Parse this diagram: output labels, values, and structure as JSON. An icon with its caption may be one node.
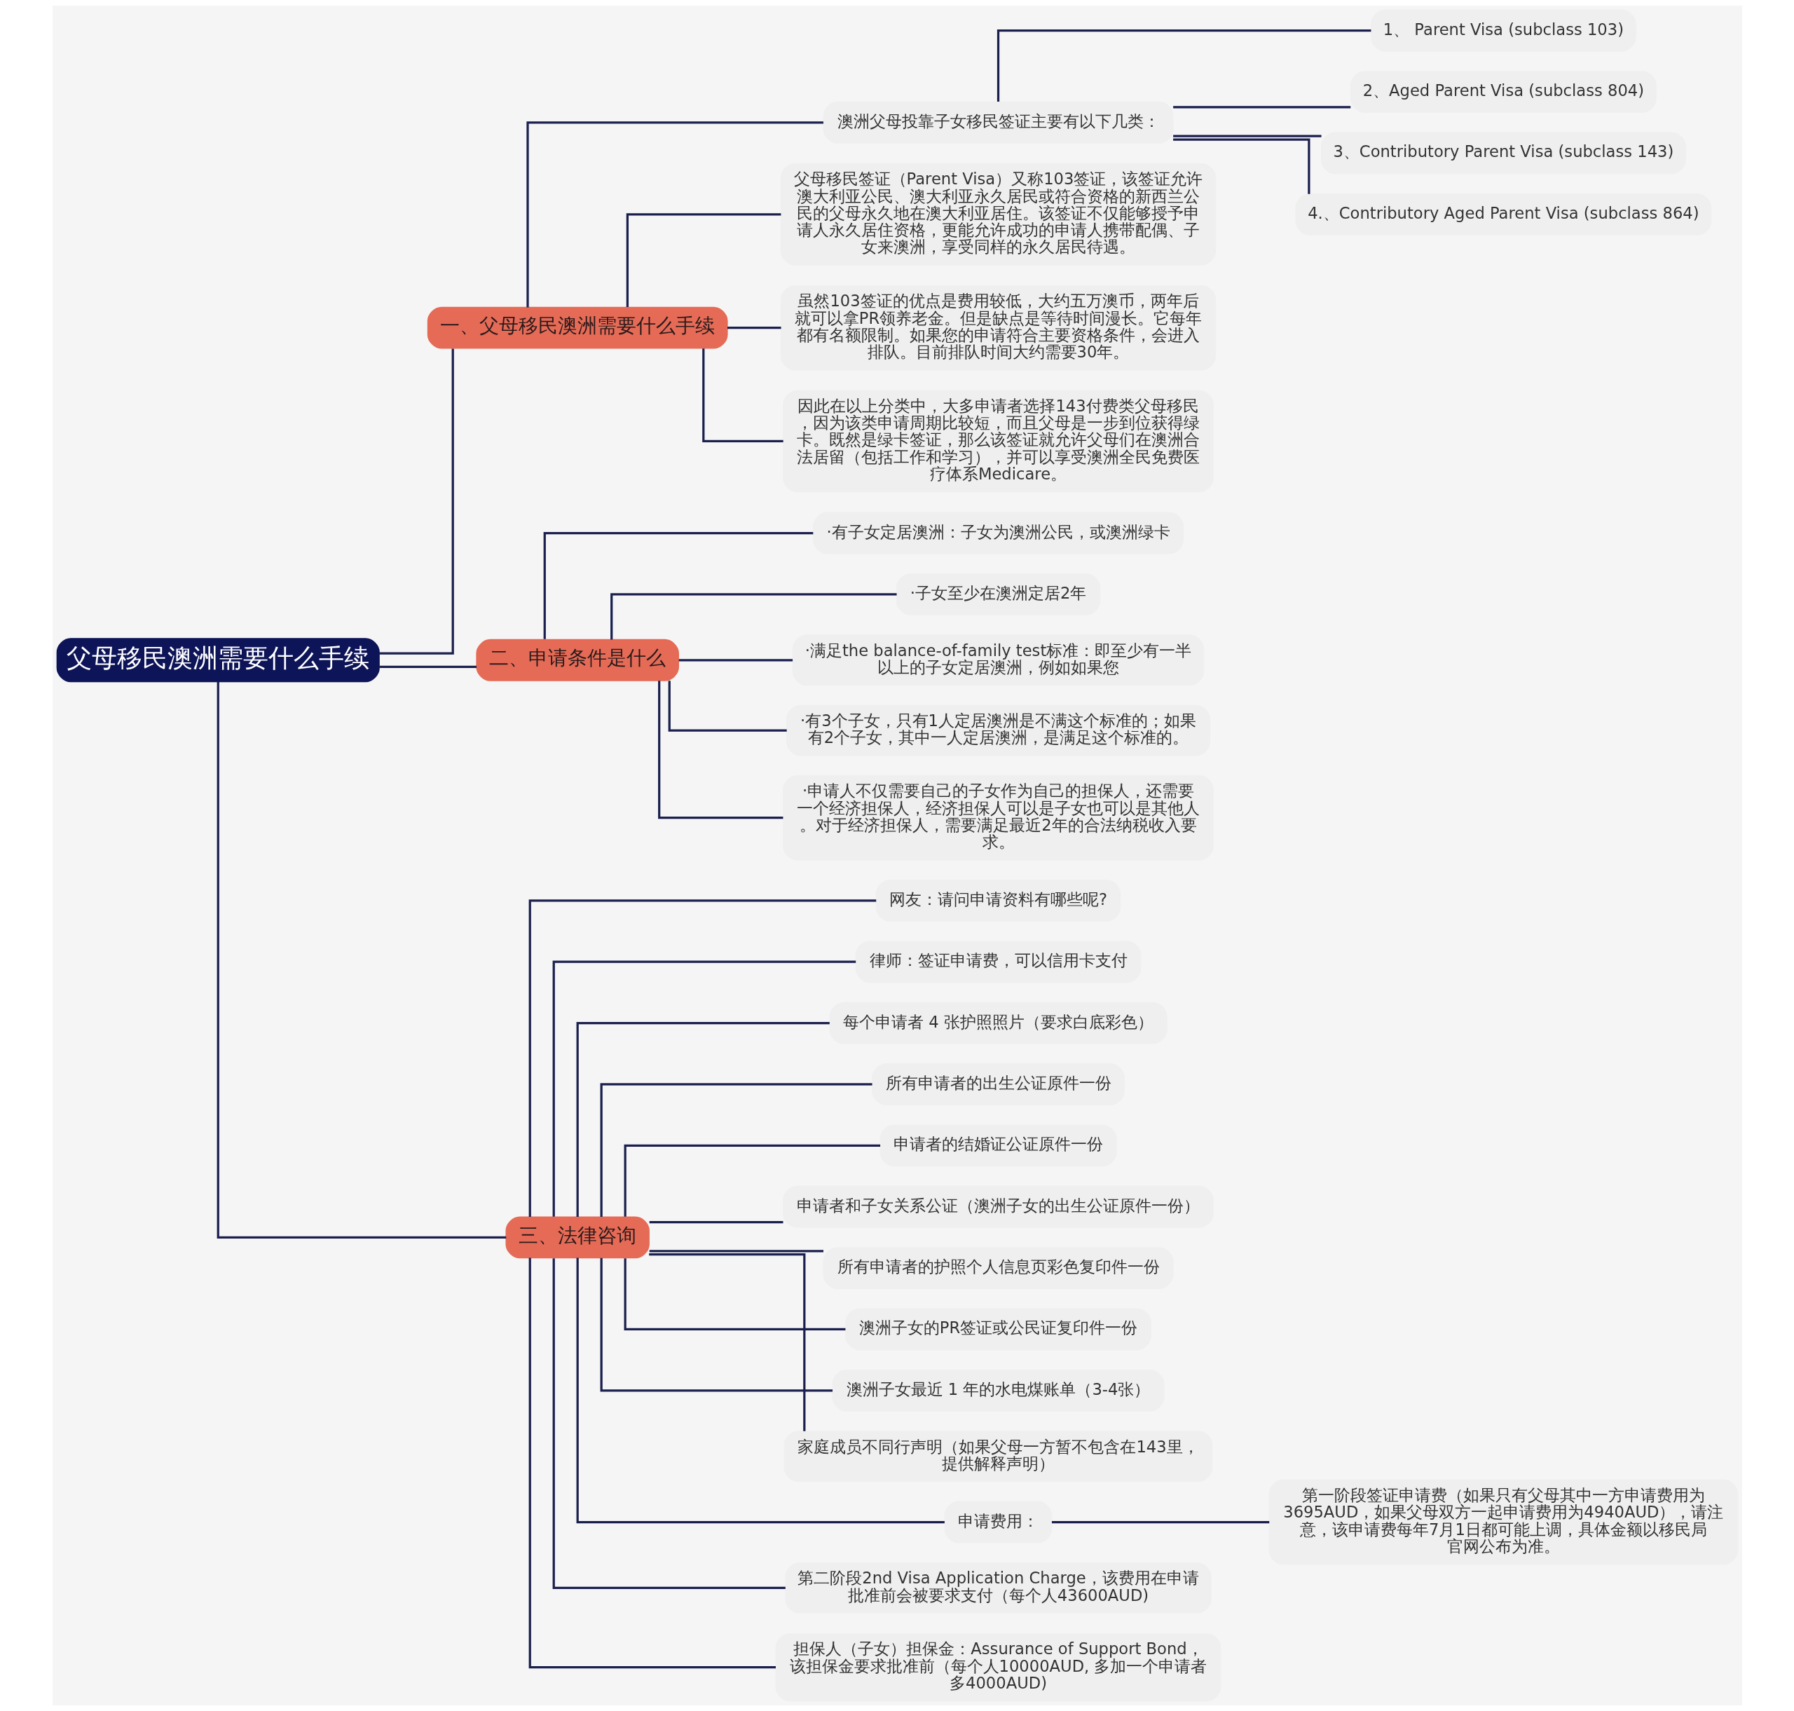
{
  "diagram": {
    "nodes": [
      {
        "text": [
          "父母移民澳洲需要什么手续"
        ]
      },
      {
        "text": [
          "一、父母移民澳洲需要什么手续"
        ]
      },
      {
        "text": [
          "澳洲父母投靠子女移民签证主要有以下几类："
        ]
      },
      {
        "text": [
          "1、 Parent Visa (subclass 103)"
        ]
      },
      {
        "text": [
          "2、Aged Parent Visa (subclass 804)"
        ]
      },
      {
        "text": [
          "3、Contributory Parent Visa (subclass 143)"
        ]
      },
      {
        "text": [
          "4.、Contributory Aged Parent Visa (subclass 864)"
        ]
      },
      {
        "text": [
          "父母移民签证（Parent Visa）又称103签证，该签证允许澳大利亚公民、澳大利亚永久居民或符合资格的新西兰公民的父母永久地在澳大利亚居住。该签证不仅能够授予申请人永久居住资格，更能允许成功的申请人携带配偶、子女来澳洲，享受同样的永久居民待遇。"
        ]
      },
      {
        "text": [
          "虽然103签证的优点是费用较低，大约五万澳币，两年后就可以拿PR领养老金。但是缺点是等待时间漫长。它每年都有名额限制。如果您的申请符合主要资格条件，会进入排队。目前排队时间大约需要30年。"
        ]
      },
      {
        "text": [
          "因此在以上分类中，大多申请者选择143付费类父母移民，因为该类申请周期比较短，而且父母是一步到位获得绿卡。既然是绿卡签证，那么该签证就允许父母们在澳洲合法居留（包括工作和学习），并可以享受澳洲全民免费医疗体系Medicare。"
        ]
      },
      {
        "text": [
          "二、申请条件是什么"
        ]
      },
      {
        "text": [
          "·有子女定居澳洲：子女为澳洲公民，或澳洲绿卡"
        ]
      },
      {
        "text": [
          "·子女至少在澳洲定居2年"
        ]
      },
      {
        "text": [
          "·满足the balance-of-family test标准：即至少有一半以上的子女定居澳洲，例如如果您"
        ]
      },
      {
        "text": [
          "·有3个子女，只有1人定居澳洲是不满这个标准的；如果有2个子女，其中一人定居澳洲，是满足这个标准的。"
        ]
      },
      {
        "text": [
          "·申请人不仅需要自己的子女作为自己的担保人，还需要一个经济担保人，经济担保人可以是子女也可以是其他人。对于经济担保人，需要满足最近2年的合法纳税收入要求。"
        ]
      },
      {
        "text": [
          "三、法律咨询"
        ]
      },
      {
        "text": [
          "网友：请问申请资料有哪些呢?"
        ]
      },
      {
        "text": [
          "律师：签证申请费，可以信用卡支付"
        ]
      },
      {
        "text": [
          "每个申请者 4 张护照照片（要求白底彩色）"
        ]
      },
      {
        "text": [
          "所有申请者的出生公证原件一份"
        ]
      },
      {
        "text": [
          "申请者的结婚证公证原件一份"
        ]
      },
      {
        "text": [
          "申请者和子女关系公证（澳洲子女的出生公证原件一份）"
        ]
      },
      {
        "text": [
          "所有申请者的护照个人信息页彩色复印件一份"
        ]
      },
      {
        "text": [
          "澳洲子女的PR签证或公民证复印件一份"
        ]
      },
      {
        "text": [
          "澳洲子女最近 1 年的水电煤账单（3-4张）"
        ]
      },
      {
        "text": [
          "家庭成员不同行声明（如果父母一方暂不包含在143里，提供解释声明）"
        ]
      },
      {
        "text": [
          "申请费用："
        ]
      },
      {
        "text": [
          "第一阶段签证申请费（如果只有父母其中一方申请费用为3695AUD，如果父母双方一起申请费用为4940AUD），请注意，该申请费每年7月1日都可能上调，具体金额以移民局官网公布为准。"
        ]
      },
      {
        "text": [
          "第二阶段2nd Visa Application Charge，该费用在申请批准前会被要求支付（每个人43600AUD)"
        ]
      },
      {
        "text": [
          "担保人（子女）担保金：Assurance of Support Bond，该担保金要求批准前（每个人10000AUD, 多加一个申请者多4000AUD)"
        ]
      }
    ],
    "edges": [
      {
        "from": 0,
        "to": 1,
        "arrow": "none"
      },
      {
        "from": 1,
        "to": 2,
        "arrow": "none"
      },
      {
        "from": 2,
        "to": 3,
        "arrow": "none"
      },
      {
        "from": 2,
        "to": 4,
        "arrow": "none"
      },
      {
        "from": 2,
        "to": 5,
        "arrow": "none"
      },
      {
        "from": 2,
        "to": 6,
        "arrow": "none"
      },
      {
        "from": 1,
        "to": 7,
        "arrow": "none"
      },
      {
        "from": 1,
        "to": 8,
        "arrow": "none"
      },
      {
        "from": 1,
        "to": 9,
        "arrow": "none"
      },
      {
        "from": 0,
        "to": 10,
        "arrow": "none"
      },
      {
        "from": 10,
        "to": 11,
        "arrow": "none"
      },
      {
        "from": 10,
        "to": 12,
        "arrow": "none"
      },
      {
        "from": 10,
        "to": 13,
        "arrow": "none"
      },
      {
        "from": 10,
        "to": 14,
        "arrow": "none"
      },
      {
        "from": 10,
        "to": 15,
        "arrow": "none"
      },
      {
        "from": 0,
        "to": 16,
        "arrow": "none"
      },
      {
        "from": 16,
        "to": 17,
        "arrow": "none"
      },
      {
        "from": 16,
        "to": 18,
        "arrow": "none"
      },
      {
        "from": 16,
        "to": 19,
        "arrow": "none"
      },
      {
        "from": 16,
        "to": 20,
        "arrow": "none"
      },
      {
        "from": 16,
        "to": 21,
        "arrow": "none"
      },
      {
        "from": 16,
        "to": 22,
        "arrow": "none"
      },
      {
        "from": 16,
        "to": 23,
        "arrow": "none"
      },
      {
        "from": 16,
        "to": 24,
        "arrow": "none"
      },
      {
        "from": 16,
        "to": 25,
        "arrow": "none"
      },
      {
        "from": 16,
        "to": 26,
        "arrow": "none"
      },
      {
        "from": 16,
        "to": 27,
        "arrow": "none"
      },
      {
        "from": 27,
        "to": 28,
        "arrow": "none"
      },
      {
        "from": 16,
        "to": 29,
        "arrow": "none"
      },
      {
        "from": 16,
        "to": 30,
        "arrow": "none"
      }
    ]
  }
}
